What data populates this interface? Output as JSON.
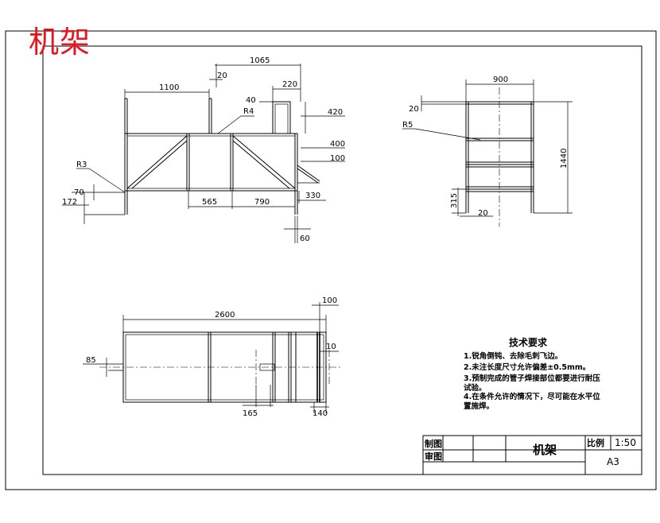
{
  "title_overlay": "机架",
  "top_view_dims": {
    "d1065": "1065",
    "d1100": "1100",
    "d20": "20",
    "d220": "220",
    "d40": "40",
    "r4": "R4",
    "d420": "420",
    "d400": "400",
    "d100": "100",
    "r3": "R3",
    "d70": "70",
    "d172": "172",
    "d565": "565",
    "d790": "790",
    "d330": "330",
    "d60": "60"
  },
  "side_view_dims": {
    "d900": "900",
    "d20a": "20",
    "r5": "R5",
    "d1440": "1440",
    "d315": "315",
    "d20b": "20"
  },
  "plan_view_dims": {
    "d100": "100",
    "d2600": "2600",
    "d10": "10",
    "d85": "85",
    "d165": "165",
    "d140": "140"
  },
  "tech_requirements": {
    "title": "技术要求",
    "items": [
      "1.锐角倒钝、去除毛刺飞边。",
      "2.未注长度尺寸允许偏差±0.5mm。",
      "3.预制完成的管子焊接部位都要进行耐压",
      "试验。",
      "4.在条件允许的情况下，尽可能在水平位",
      "置施焊。"
    ]
  },
  "title_block": {
    "drawn_label": "制图",
    "review_label": "审图",
    "part_name": "机架",
    "scale_label": "比例",
    "scale_value": "1:50",
    "sheet_size": "A3"
  }
}
